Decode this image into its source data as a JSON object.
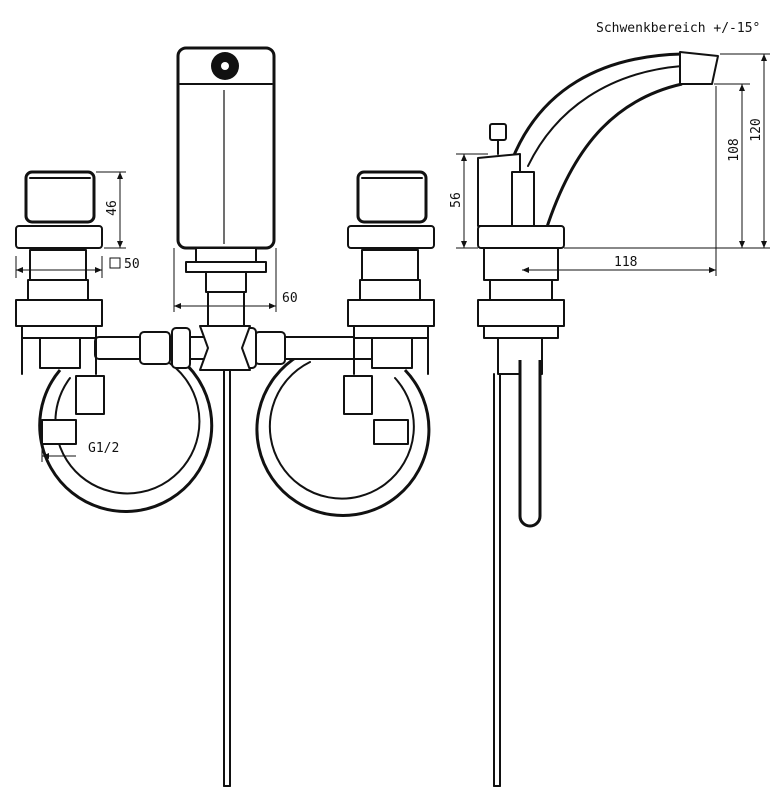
{
  "header": {
    "swivel_label": "Schwenkbereich +/-15°"
  },
  "front_view": {
    "handle_height": "46",
    "flange_size": "50",
    "spout_base_width": "60",
    "thread_label": "G1/2"
  },
  "side_view": {
    "dim_56": "56",
    "dim_108": "108",
    "dim_120": "120",
    "dim_118": "118"
  }
}
